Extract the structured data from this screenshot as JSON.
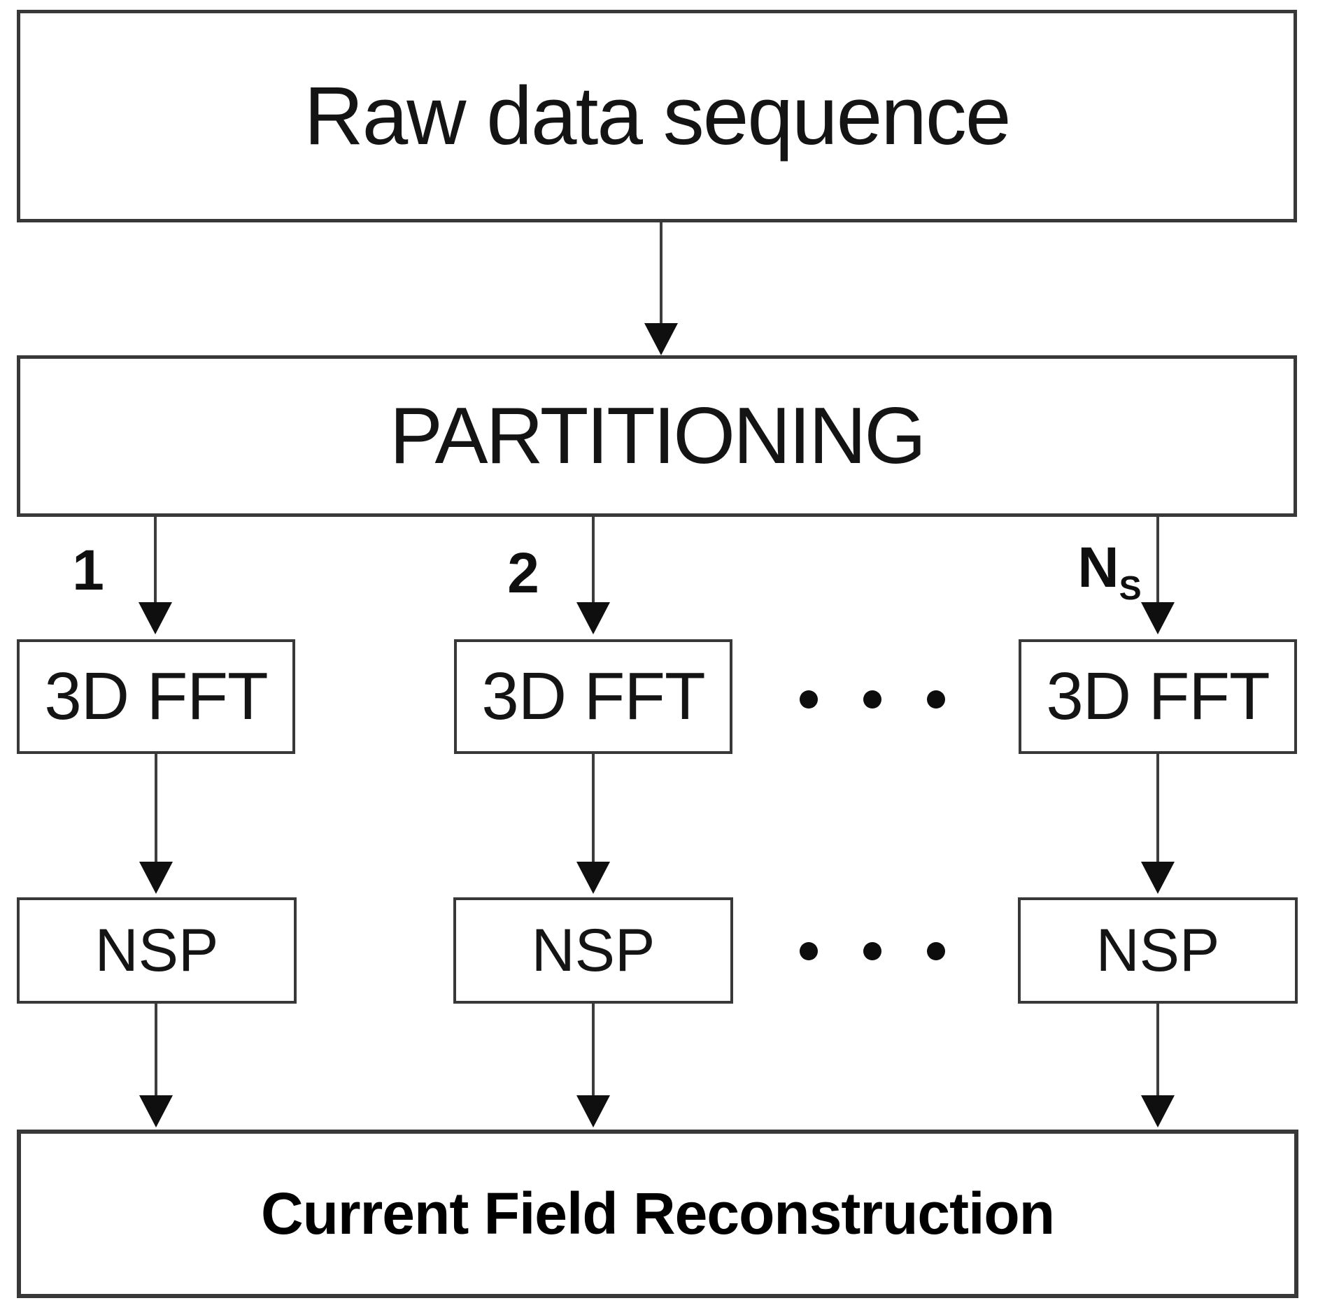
{
  "boxes": {
    "raw": {
      "label": "Raw data sequence"
    },
    "partitioning": {
      "label": "PARTITIONING"
    },
    "fft": {
      "label": "3D FFT"
    },
    "nsp": {
      "label": "NSP"
    },
    "output": {
      "label": "Current Field Reconstruction"
    }
  },
  "branch_labels": {
    "first": "1",
    "second": "2",
    "last_base": "N",
    "last_subscript": "S"
  },
  "colors": {
    "background": "#ffffff",
    "box_border": "#383838",
    "connector_line": "#3d3d3d",
    "arrowhead": "#0f0f0f",
    "text": "#141414",
    "output_text": "#000000"
  }
}
